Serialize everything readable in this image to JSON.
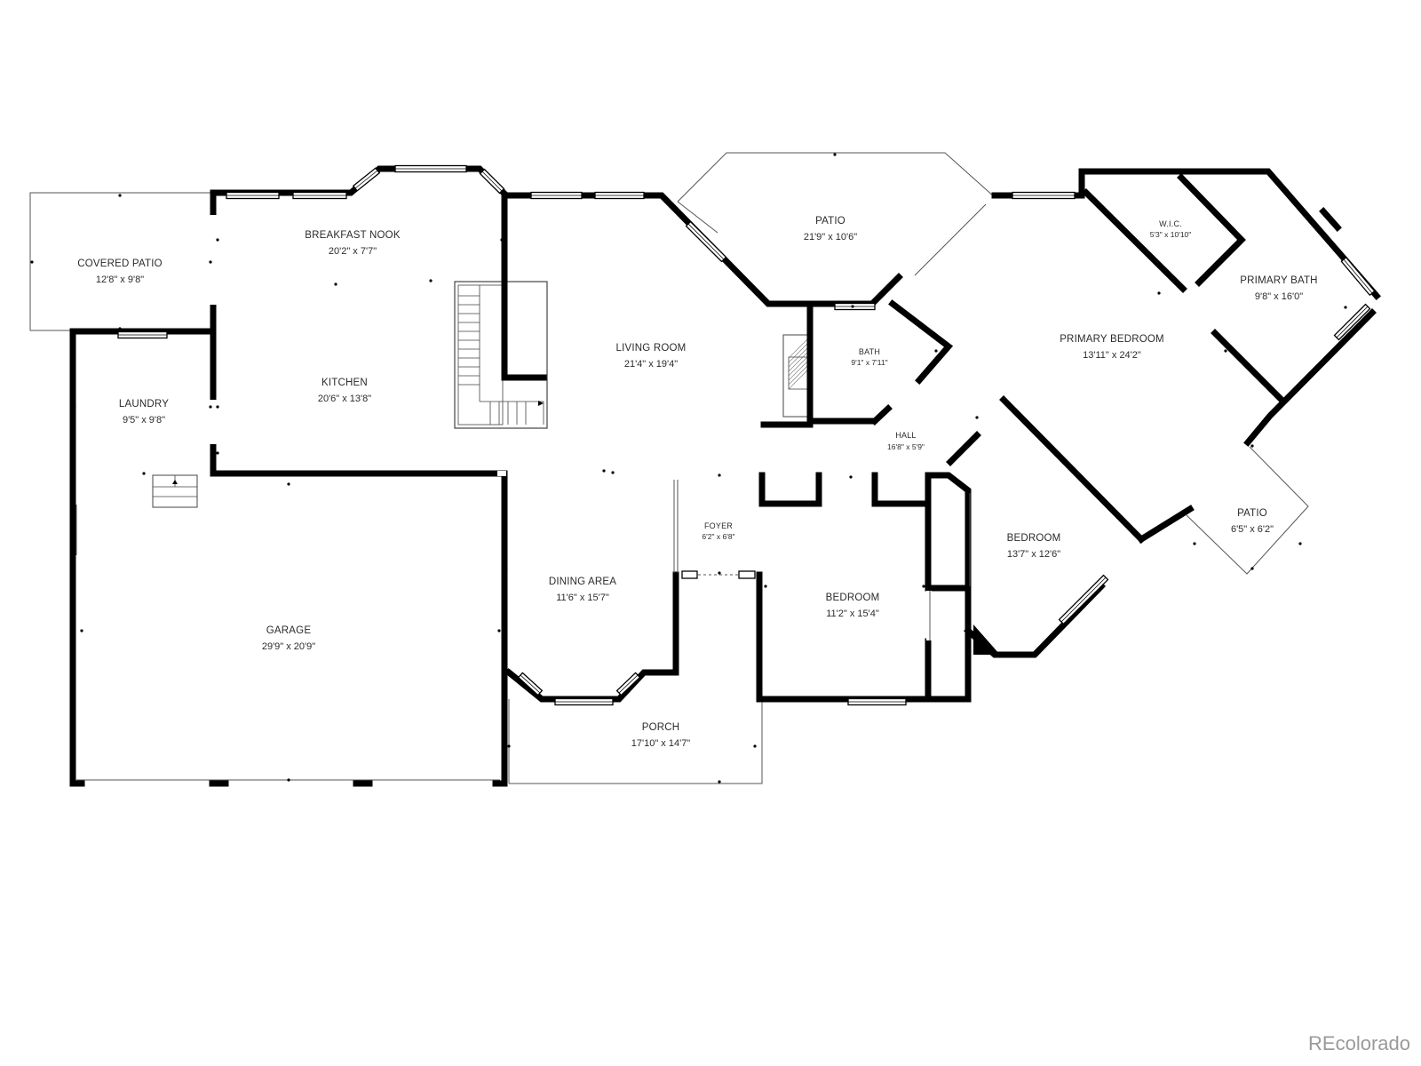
{
  "rooms": {
    "covered_patio": {
      "name": "COVERED PATIO",
      "dim": "12'8\" x 9'8\""
    },
    "breakfast_nook": {
      "name": "BREAKFAST NOOK",
      "dim": "20'2\" x 7'7\""
    },
    "kitchen": {
      "name": "KITCHEN",
      "dim": "20'6\" x 13'8\""
    },
    "laundry": {
      "name": "LAUNDRY",
      "dim": "9'5\" x 9'8\""
    },
    "garage": {
      "name": "GARAGE",
      "dim": "29'9\" x 20'9\""
    },
    "living_room": {
      "name": "LIVING ROOM",
      "dim": "21'4\" x 19'4\""
    },
    "dining_area": {
      "name": "DINING AREA",
      "dim": "11'6\" x 15'7\""
    },
    "foyer": {
      "name": "FOYER",
      "dim": "6'2\" x 6'8\""
    },
    "porch": {
      "name": "PORCH",
      "dim": "17'10\" x 14'7\""
    },
    "patio_top": {
      "name": "PATIO",
      "dim": "21'9\" x 10'6\""
    },
    "bath": {
      "name": "BATH",
      "dim": "9'1\" x 7'11\""
    },
    "hall": {
      "name": "HALL",
      "dim": "16'8\" x 5'9\""
    },
    "bedroom_front": {
      "name": "BEDROOM",
      "dim": "11'2\" x 15'4\""
    },
    "bedroom_side": {
      "name": "BEDROOM",
      "dim": "13'7\" x 12'6\""
    },
    "primary_bedroom": {
      "name": "PRIMARY BEDROOM",
      "dim": "13'11\" x 24'2\""
    },
    "wic": {
      "name": "W.I.C.",
      "dim": "5'3\" x 10'10\""
    },
    "primary_bath": {
      "name": "PRIMARY BATH",
      "dim": "9'8\" x 16'0\""
    },
    "patio_side": {
      "name": "PATIO",
      "dim": "6'5\" x 6'2\""
    }
  },
  "watermark": "REcolorado"
}
